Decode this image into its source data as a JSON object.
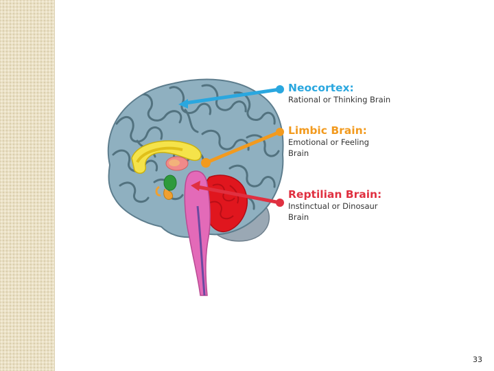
{
  "diagram": {
    "labels": [
      {
        "id": "neocortex",
        "title": "Neocortex:",
        "subtitle": "Rational or Thinking Brain",
        "color": "#2aa7df"
      },
      {
        "id": "limbic",
        "title": "Limbic Brain:",
        "subtitle": "Emotional or Feeling Brain",
        "color": "#f29a1e"
      },
      {
        "id": "reptilian",
        "title": "Reptilian Brain:",
        "subtitle": "Instinctual or Dinosaur\nBrain",
        "color": "#e03040"
      }
    ]
  },
  "slide": {
    "page_number": "33"
  }
}
